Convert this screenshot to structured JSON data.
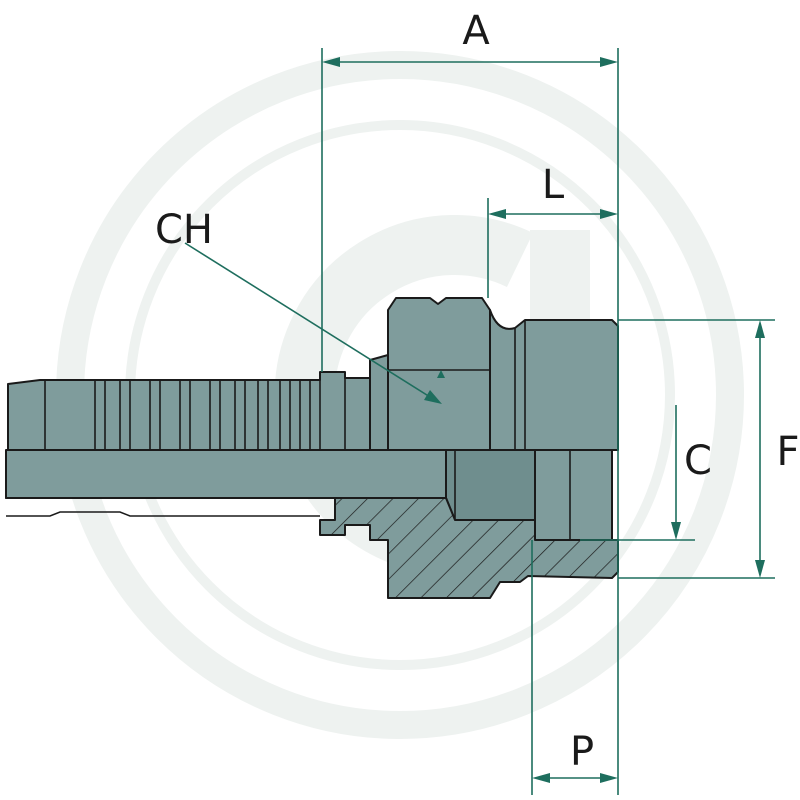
{
  "drawing": {
    "labels": {
      "A": "A",
      "L": "L",
      "CH": "CH",
      "C": "C",
      "F": "F",
      "P": "P"
    }
  },
  "colors": {
    "metal": "#7f9c9c",
    "dimension_lines": "#1e6e5e",
    "outline": "#1a1a1a",
    "watermark": "#eef2f0"
  }
}
